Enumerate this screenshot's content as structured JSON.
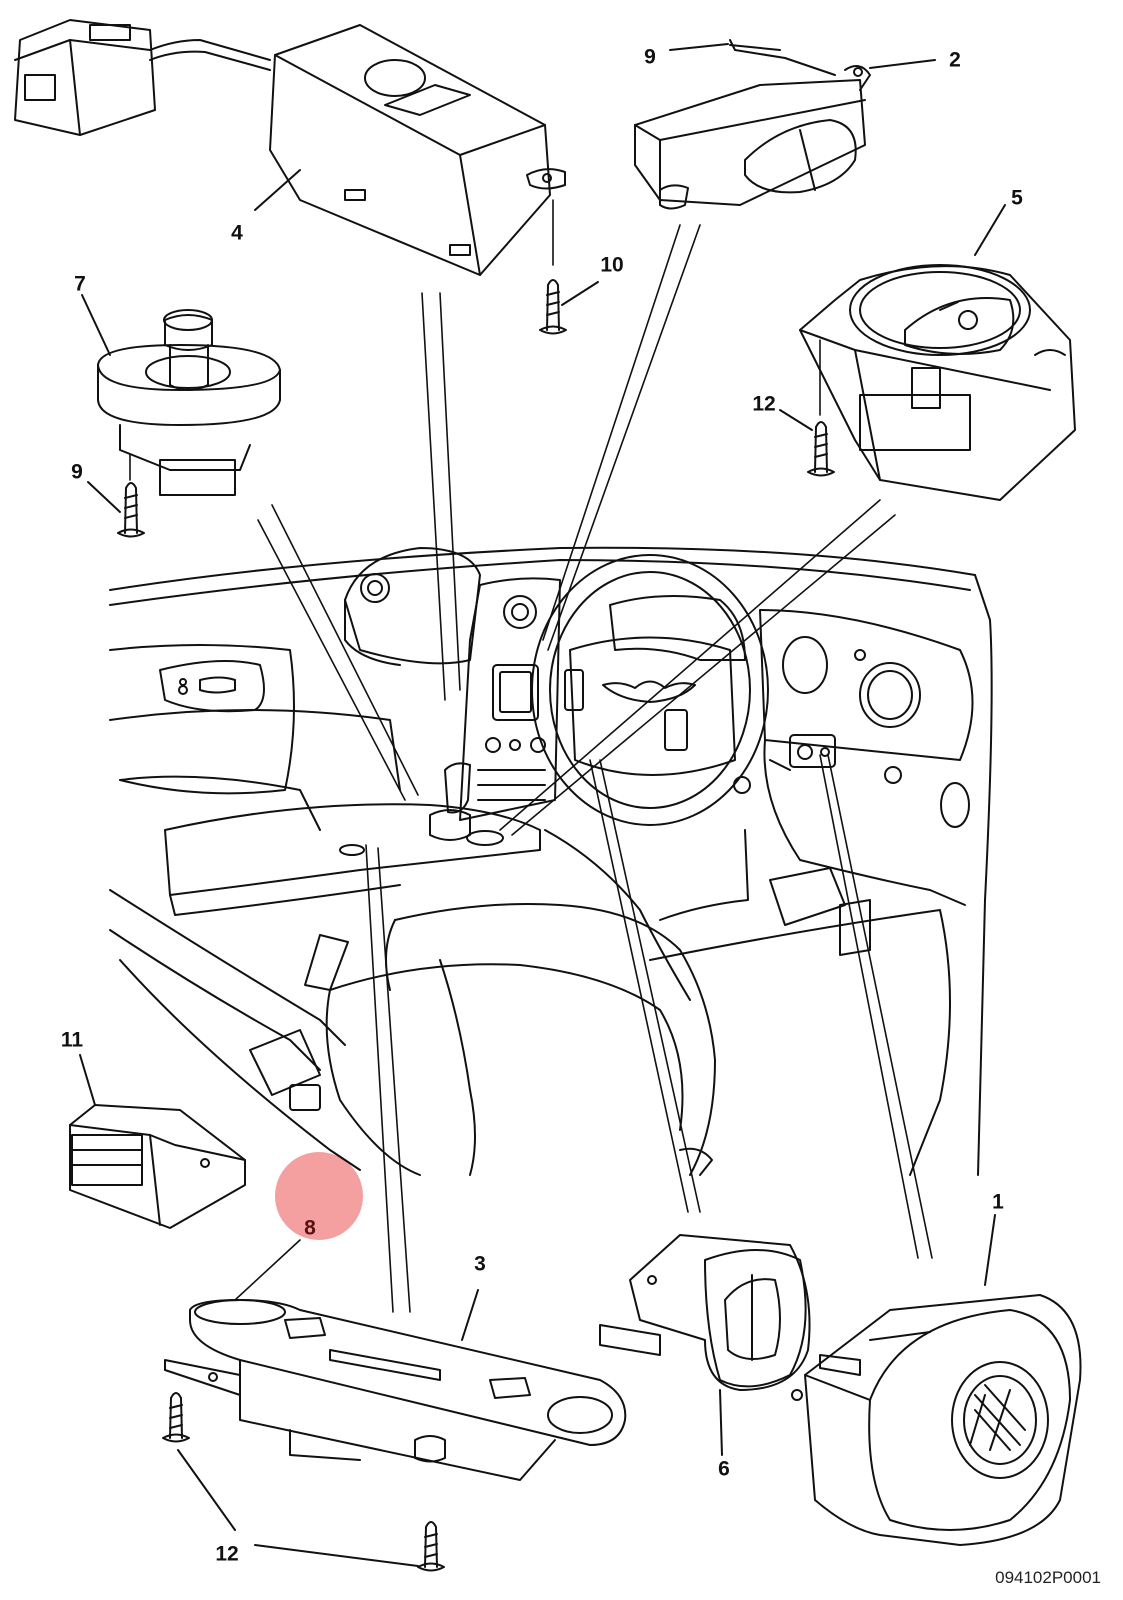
{
  "diagram": {
    "reference_code": "094102P0001",
    "highlight_color": "#f4a0a0",
    "selected_callout": "8",
    "callouts": {
      "c1": "1",
      "c2": "2",
      "c3": "3",
      "c4": "4",
      "c5": "5",
      "c6": "6",
      "c7": "7",
      "c8": "8",
      "c9a": "9",
      "c9b": "9",
      "c10": "10",
      "c11": "11",
      "c12a": "12",
      "c12b": "12"
    }
  }
}
